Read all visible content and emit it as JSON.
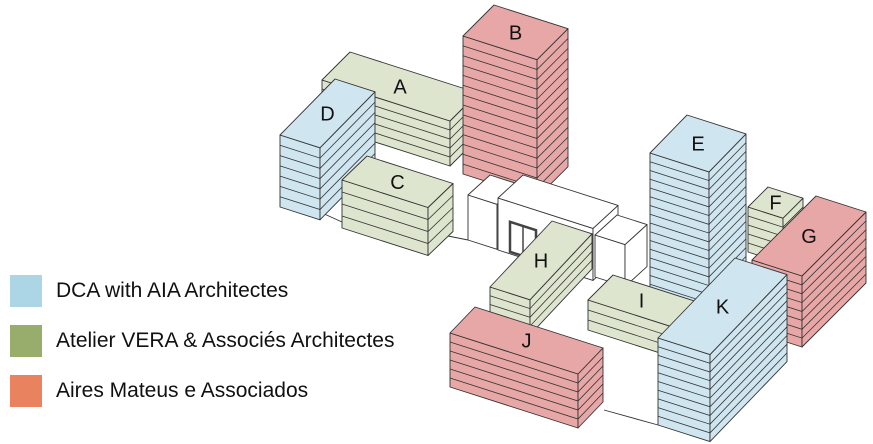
{
  "legend": [
    {
      "key": "blue",
      "label": "DCA with AIA Architectes",
      "color": "#acd6e6"
    },
    {
      "key": "green",
      "label": "Atelier VERA & Associés Architectes",
      "color": "#98ad6c"
    },
    {
      "key": "red",
      "label": "Aires Mateus e Associados",
      "color": "#e9825e"
    }
  ],
  "building_fills": {
    "blue": "#cfe5ef",
    "green": "#dde5cf",
    "red": "#e8a7a7",
    "none": "#ffffff"
  },
  "buildings": [
    {
      "id": "A",
      "label": "A",
      "owner": "green",
      "floors": 5
    },
    {
      "id": "B",
      "label": "B",
      "owner": "red",
      "floors": 14
    },
    {
      "id": "C",
      "label": "C",
      "owner": "green",
      "floors": 4
    },
    {
      "id": "D",
      "label": "D",
      "owner": "blue",
      "floors": 7
    },
    {
      "id": "E",
      "label": "E",
      "owner": "blue",
      "floors": 16
    },
    {
      "id": "F",
      "label": "F",
      "owner": "green",
      "floors": 5
    },
    {
      "id": "G",
      "label": "G",
      "owner": "red",
      "floors": 8
    },
    {
      "id": "H",
      "label": "H",
      "owner": "green",
      "floors": 4
    },
    {
      "id": "I",
      "label": "I",
      "owner": "green",
      "floors": 3
    },
    {
      "id": "J",
      "label": "J",
      "owner": "red",
      "floors": 6
    },
    {
      "id": "K",
      "label": "K",
      "owner": "blue",
      "floors": 10
    }
  ]
}
